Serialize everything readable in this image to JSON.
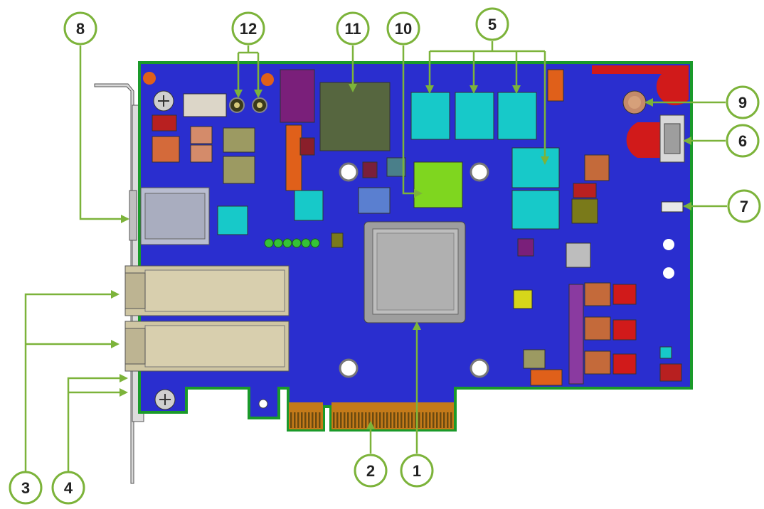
{
  "colors": {
    "board": "#2a2ecf",
    "board_edge": "#1a9a2a",
    "callout": "#7cb33a",
    "connector_gold": "#d9831e",
    "qsfp_cage": "#cfc6a3",
    "heatsink": "#9e9e9e",
    "memory": "#17c9c9",
    "fpga_small": "#7fd61f",
    "large_chip": "#56663f"
  },
  "callouts": [
    {
      "id": "1",
      "label": "1"
    },
    {
      "id": "2",
      "label": "2"
    },
    {
      "id": "3",
      "label": "3"
    },
    {
      "id": "4",
      "label": "4"
    },
    {
      "id": "5",
      "label": "5"
    },
    {
      "id": "6",
      "label": "6"
    },
    {
      "id": "7",
      "label": "7"
    },
    {
      "id": "8",
      "label": "8"
    },
    {
      "id": "9",
      "label": "9"
    },
    {
      "id": "10",
      "label": "10"
    },
    {
      "id": "11",
      "label": "11"
    },
    {
      "id": "12",
      "label": "12"
    }
  ]
}
